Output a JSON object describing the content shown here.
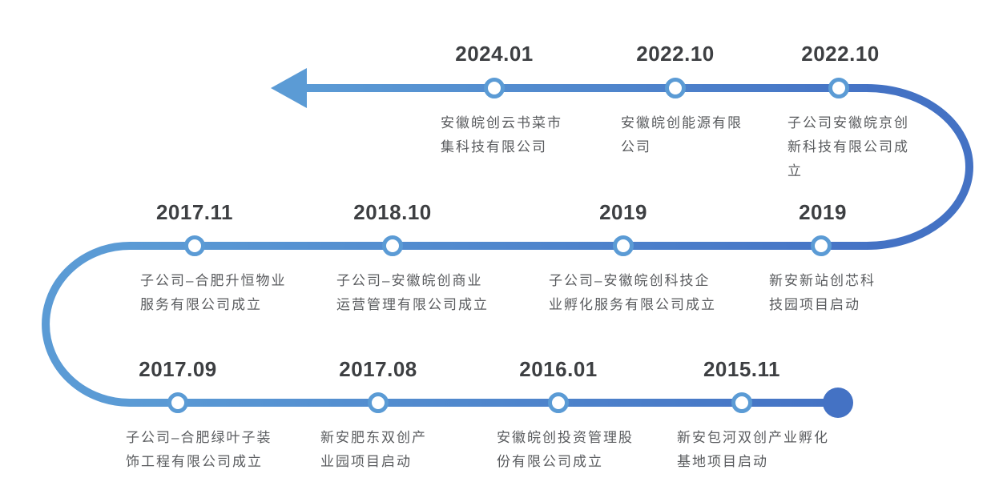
{
  "diagram": {
    "type": "timeline",
    "direction": "start at bottom-right (2015.11), snakes left, up, right, up, then left toward arrow (future)",
    "colors": {
      "line_light": "#5B9BD5",
      "line_dark": "#4472C4",
      "node_ring": "#5B9BD5",
      "node_fill": "#FFFFFF",
      "date_text": "#3d3f42",
      "desc_text": "#595b5e"
    }
  },
  "milestones": [
    {
      "date": "2024.01",
      "desc": "安徽皖创云书菜市集科技有限公司"
    },
    {
      "date": "2022.10",
      "desc": "安徽皖创能源有限公司"
    },
    {
      "date": "2022.10",
      "desc": "子公司安徽皖京创新科技有限公司成立"
    },
    {
      "date": "2017.11",
      "desc": "子公司–合肥升恒物业服务有限公司成立"
    },
    {
      "date": "2018.10",
      "desc": "子公司–安徽皖创商业运营管理有限公司成立"
    },
    {
      "date": "2019",
      "desc": "子公司–安徽皖创科技企业孵化服务有限公司成立"
    },
    {
      "date": "2019",
      "desc": "新安新站创芯科技园项目启动"
    },
    {
      "date": "2017.09",
      "desc": "子公司–合肥绿叶子装饰工程有限公司成立"
    },
    {
      "date": "2017.08",
      "desc": "新安肥东双创产业园项目启动"
    },
    {
      "date": "2016.01",
      "desc": "安徽皖创投资管理股份有限公司成立"
    },
    {
      "date": "2015.11",
      "desc": "新安包河双创产业孵化基地项目启动"
    }
  ]
}
